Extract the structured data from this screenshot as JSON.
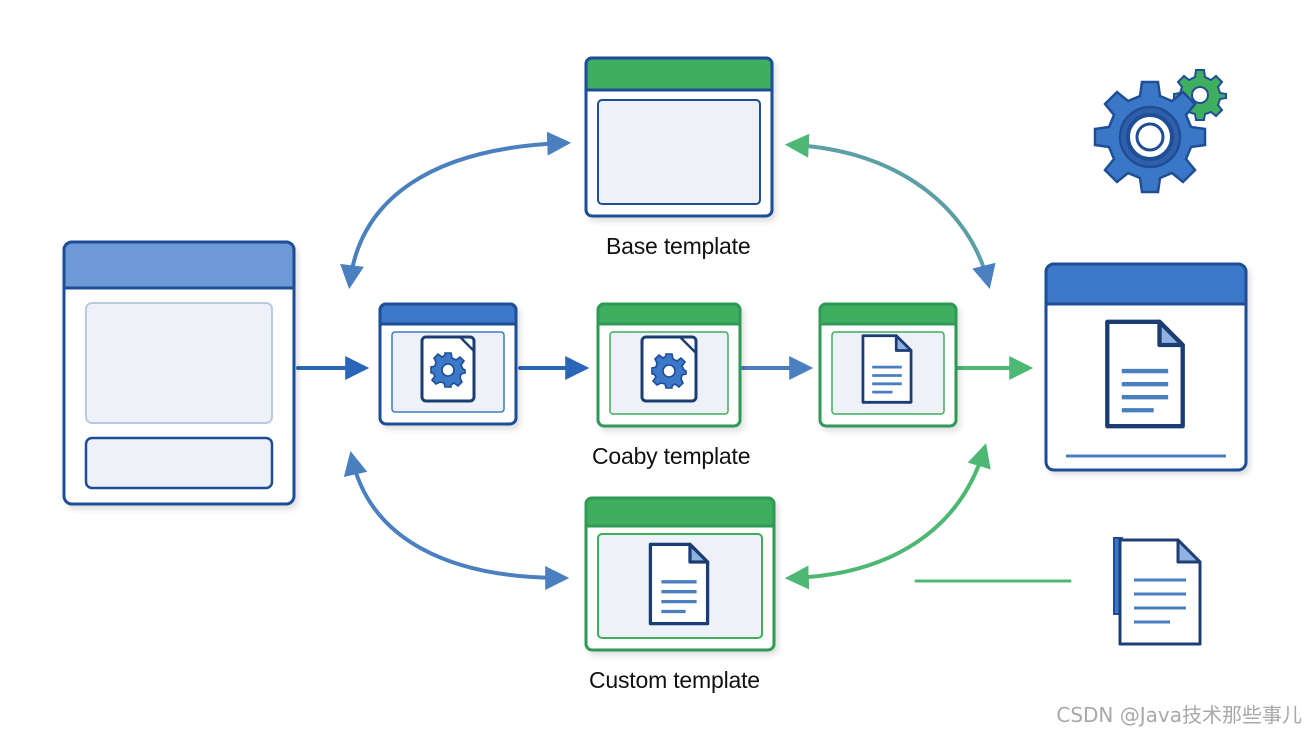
{
  "labels": {
    "base": "Base template",
    "copy": "Coaby template",
    "custom": "Custom template"
  },
  "watermark": "CSDN @Java技术那些事儿",
  "colors": {
    "blue": "#1f4e96",
    "blue_header": "#6d9ad6",
    "blue_accent": "#3a78c7",
    "green": "#2e9a54",
    "green_header": "#3fae5f",
    "panel_fill": "#eef2f8",
    "arrow_blue": "#4a7fc0",
    "arrow_green": "#4cb873"
  },
  "icons": [
    "gear-icon",
    "document-icon",
    "settings-gears-icon",
    "document-with-gear-icon"
  ]
}
